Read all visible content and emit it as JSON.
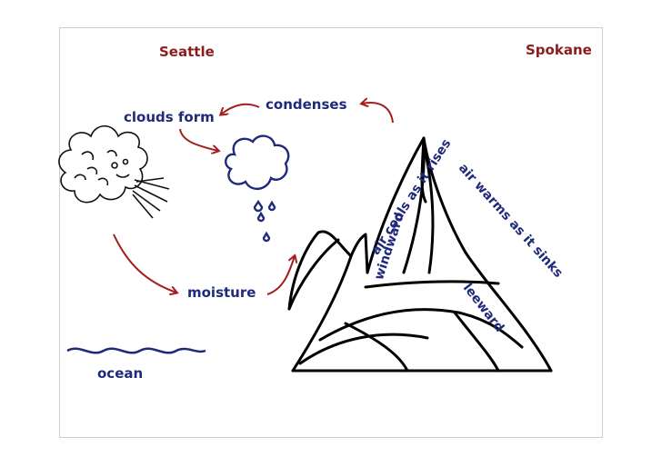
{
  "cities": {
    "left": "Seattle",
    "right": "Spokane"
  },
  "process": {
    "clouds_form": "clouds form",
    "condenses": "condenses",
    "moisture": "moisture",
    "rises": "air cools as it rises",
    "sinks": "air warms as it sinks"
  },
  "mountain": {
    "windward": "windward",
    "leeward": "leeward"
  },
  "water": {
    "ocean": "ocean"
  },
  "colors": {
    "city_text": "#8b1d1d",
    "label_text": "#1f2a7a",
    "arrow": "#a51e1e",
    "line": "#000000"
  }
}
